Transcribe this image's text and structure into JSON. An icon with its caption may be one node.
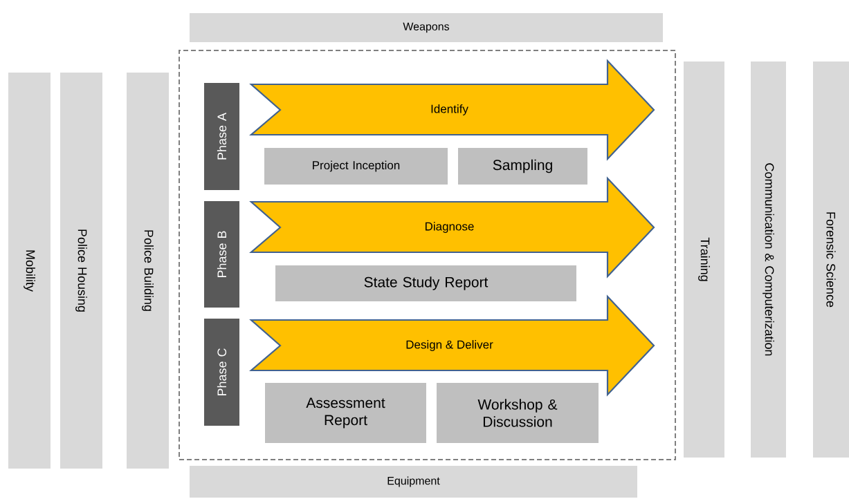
{
  "diagram": {
    "nodes": [
      {
        "text": [
          "Weapons"
        ]
      },
      {
        "text": [
          "Mobility"
        ]
      },
      {
        "text": [
          "Police Housing"
        ]
      },
      {
        "text": [
          "Police Building"
        ]
      },
      {
        "text": [],
        "shape": "box"
      },
      {
        "text": [
          "Phase A"
        ],
        "in": 4
      },
      {
        "text": [
          "Identify"
        ],
        "in": 4
      },
      {
        "text": [
          "Project Inception"
        ],
        "in": 4
      },
      {
        "text": [
          "Sampling"
        ],
        "in": 4
      },
      {
        "text": [
          "Phase B"
        ],
        "in": 4
      },
      {
        "text": [
          "Diagnose"
        ],
        "in": 4
      },
      {
        "text": [
          "State Study Report"
        ],
        "in": 4
      },
      {
        "text": [
          "Phase C"
        ],
        "in": 4
      },
      {
        "text": [
          "Design & Deliver"
        ],
        "in": 4
      },
      {
        "text": [
          "Assessment Report"
        ],
        "in": 4
      },
      {
        "text": [
          "Workshop & Discussion"
        ],
        "in": 4
      },
      {
        "text": [
          "Training"
        ]
      },
      {
        "text": [
          "Communication & Computerization"
        ]
      },
      {
        "text": [
          "Forensic Science"
        ]
      },
      {
        "text": [
          "Equipment"
        ]
      }
    ]
  }
}
